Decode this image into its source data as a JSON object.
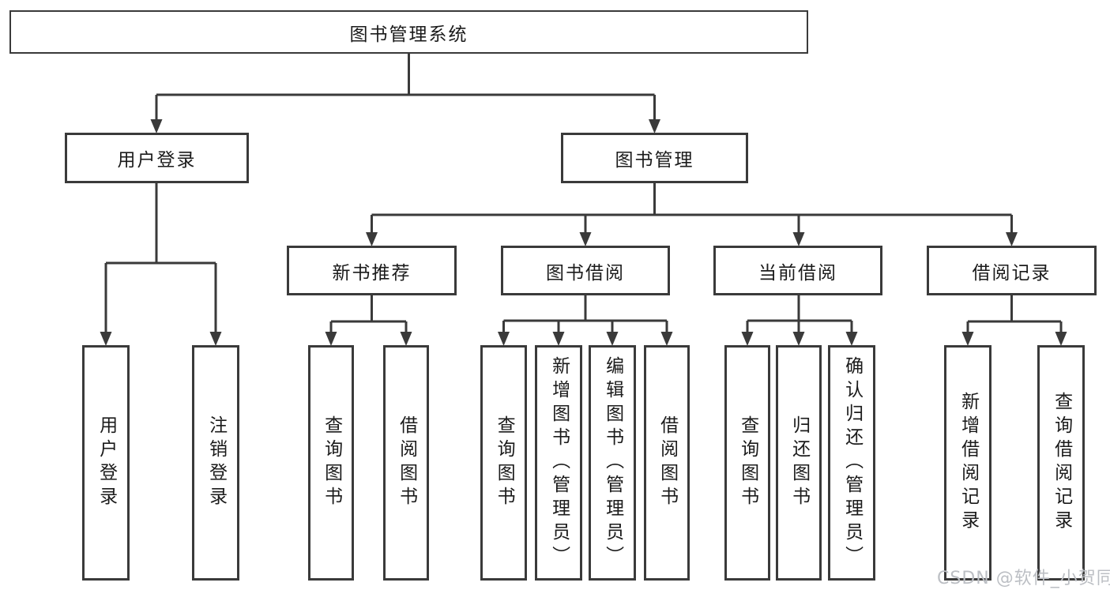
{
  "page": {
    "watermark": "CSDN @软件_小贺同学"
  },
  "diagram": {
    "type": "tree",
    "colors": {
      "line": "#3a3a3a",
      "box_border": "#3a3a3a",
      "box_fill": "#ffffff",
      "text": "#1b1b1b",
      "watermark": "#bcbfc4"
    },
    "tree": {
      "root": "图书管理系统",
      "children": [
        {
          "label": "用户登录",
          "children": [
            {
              "label": "用户登录"
            },
            {
              "label": "注销登录"
            }
          ]
        },
        {
          "label": "图书管理",
          "children": [
            {
              "label": "新书推荐",
              "children": [
                {
                  "label": "查询图书"
                },
                {
                  "label": "借阅图书"
                }
              ]
            },
            {
              "label": "图书借阅",
              "children": [
                {
                  "label": "查询图书"
                },
                {
                  "label": "新增图书（管理员）"
                },
                {
                  "label": "编辑图书（管理员）"
                },
                {
                  "label": "借阅图书"
                }
              ]
            },
            {
              "label": "当前借阅",
              "children": [
                {
                  "label": "查询图书"
                },
                {
                  "label": "归还图书"
                },
                {
                  "label": "确认归还（管理员）"
                }
              ]
            },
            {
              "label": "借阅记录",
              "children": [
                {
                  "label": "新增借阅记录"
                },
                {
                  "label": "查询借阅记录"
                }
              ]
            }
          ]
        }
      ]
    }
  }
}
